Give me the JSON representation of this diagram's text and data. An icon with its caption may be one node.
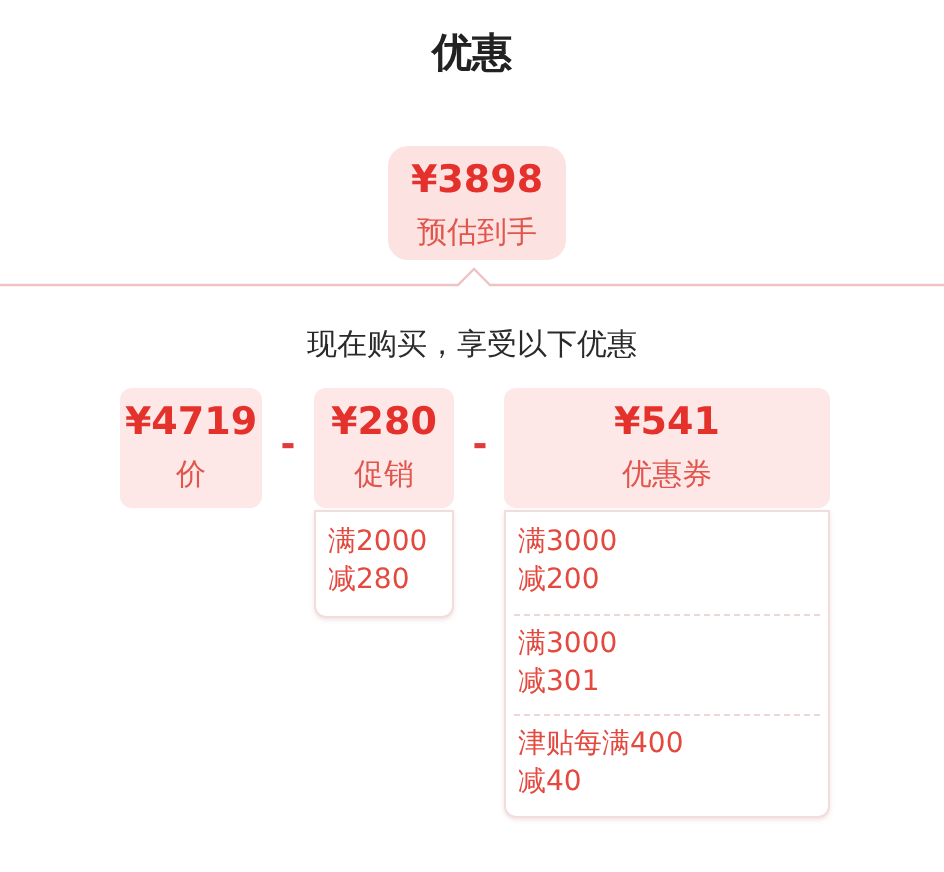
{
  "diagram": {
    "title": "优惠",
    "nodes": [
      {
        "text": [
          "¥3898",
          "预估到手"
        ]
      },
      {
        "text": [
          "¥4719",
          "价"
        ]
      },
      {
        "text": [
          "¥280",
          "促销"
        ]
      },
      {
        "text": [
          "¥541",
          "优惠券"
        ]
      },
      {
        "text": [
          "满2000 减280"
        ]
      },
      {
        "text": [
          "满3000 减200",
          "满3000 减301",
          "津贴每满400 减40"
        ]
      }
    ],
    "labels": [
      "现在购买，享受以下优惠",
      "-",
      "-"
    ]
  }
}
